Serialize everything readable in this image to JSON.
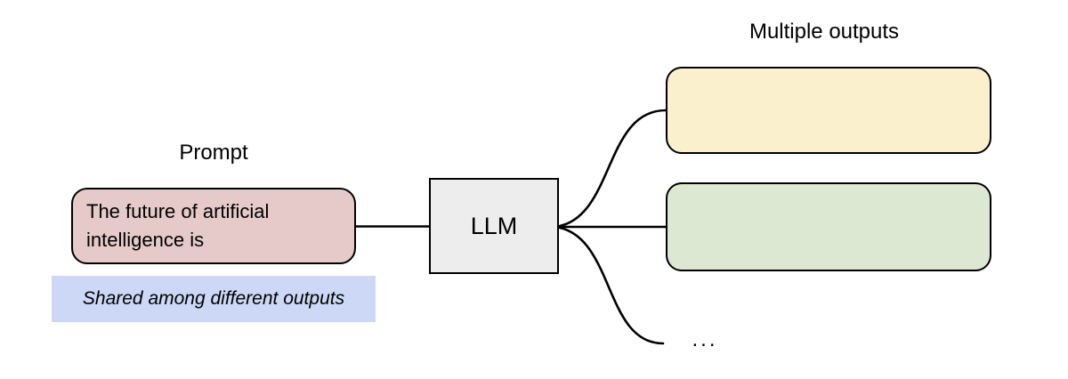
{
  "diagram": {
    "prompt": {
      "title": "Prompt",
      "box_text": "The future of artificial intelligence is"
    },
    "note": {
      "text": "Shared among different outputs"
    },
    "llm": {
      "label": "LLM"
    },
    "outputs": {
      "title": "Multiple outputs",
      "box1_text": "",
      "box2_text": "",
      "ellipsis": "..."
    },
    "colors": {
      "prompt_fill": "#e6caca",
      "llm_fill": "#ededed",
      "output1_fill": "#faf0cd",
      "output2_fill": "#dce8d2",
      "note_fill": "#ccd8f6",
      "stroke": "#000000"
    }
  }
}
